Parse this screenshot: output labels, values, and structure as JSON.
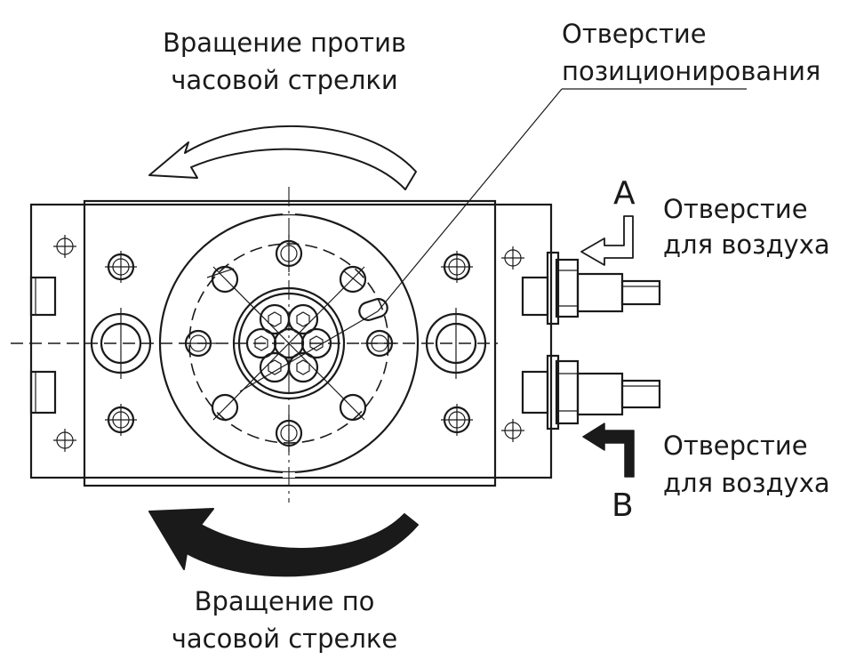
{
  "labels": {
    "ccw_line1": "Вращение против",
    "ccw_line2": "часовой стрелки",
    "cw_line1": "Вращение по",
    "cw_line2": "часовой стрелке",
    "pos_line1": "Отверстие",
    "pos_line2": "позиционирования",
    "portA_line1": "Отверстие",
    "portA_line2": "для воздуха",
    "portB_line1": "Отверстие",
    "portB_line2": "для воздуха",
    "portA_letter": "A",
    "portB_letter": "B"
  },
  "colors": {
    "ink": "#1a1a1a",
    "arrow_outline_fill": "#ffffff",
    "arrow_solid_fill": "#1a1a1a"
  }
}
